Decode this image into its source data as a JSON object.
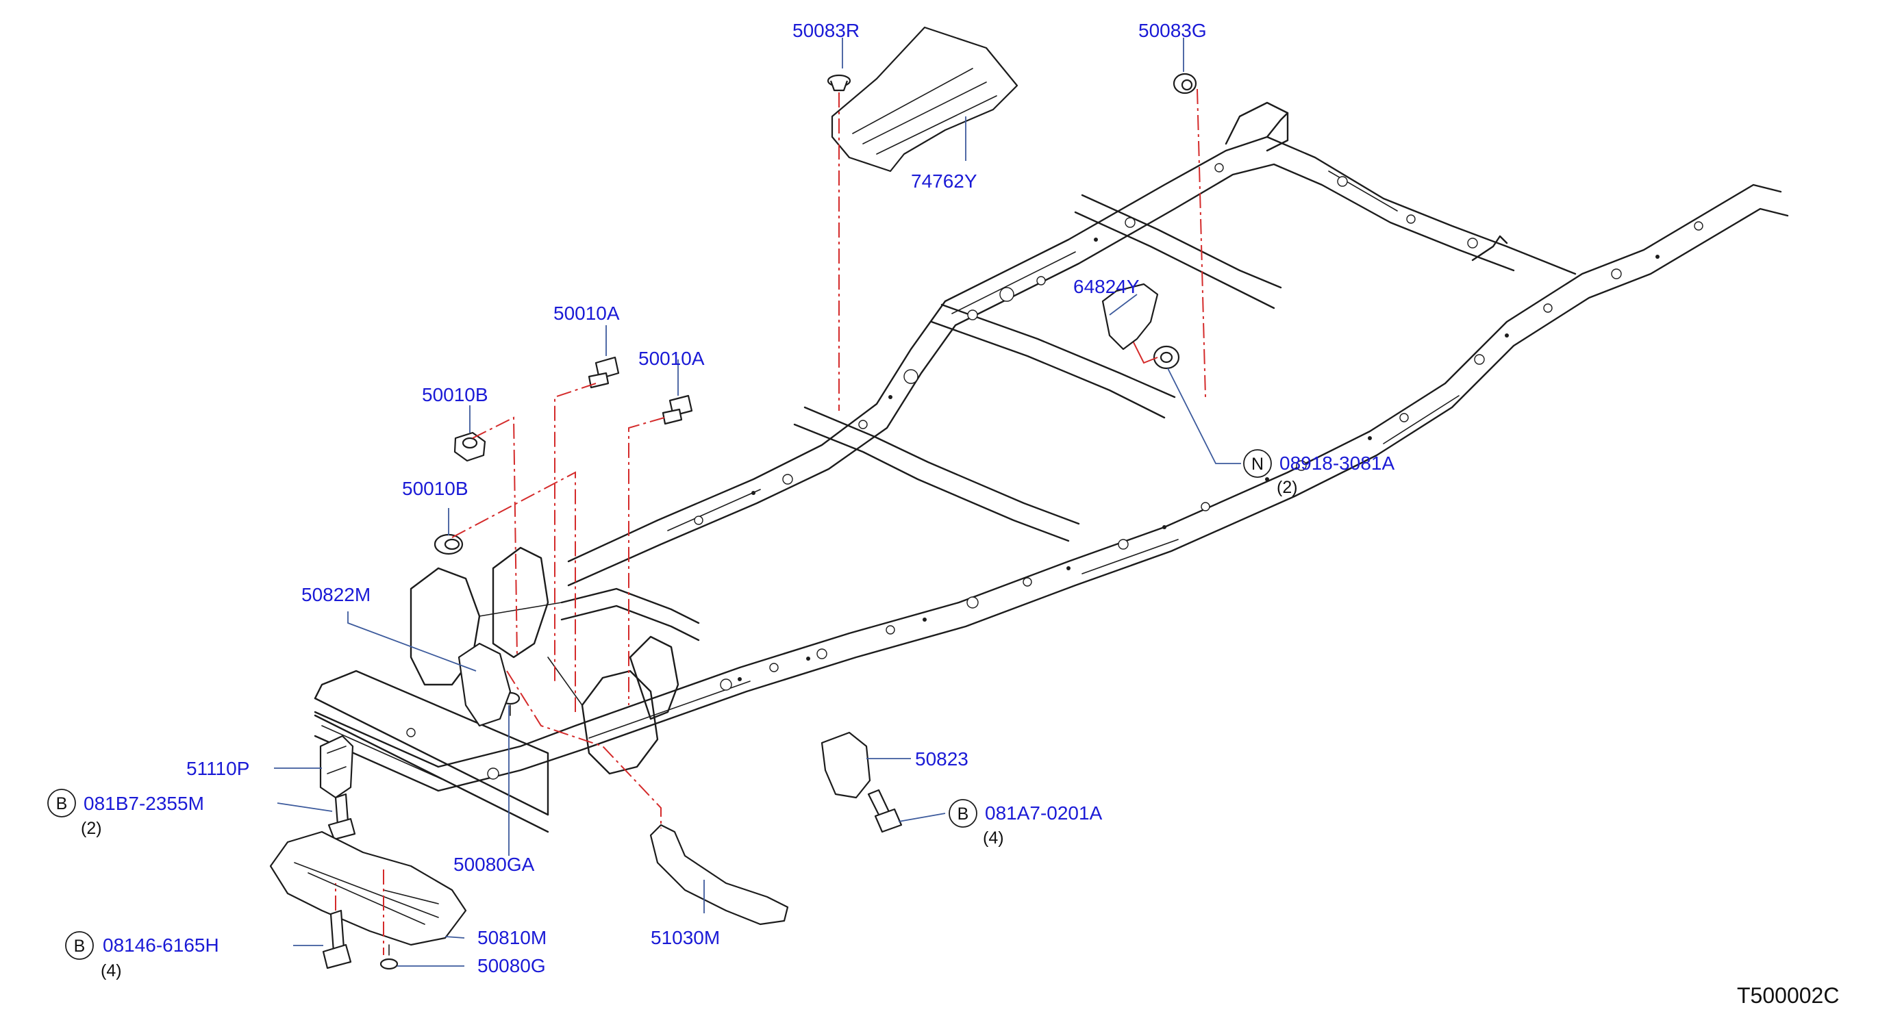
{
  "labels": {
    "p50083R": "50083R",
    "p50083G": "50083G",
    "p74762Y": "74762Y",
    "p64824Y": "64824Y",
    "p50010A_1": "50010A",
    "p50010A_2": "50010A",
    "p50010B_1": "50010B",
    "p50010B_2": "50010B",
    "p50822M": "50822M",
    "p51110P": "51110P",
    "p081B7": "081B7-2355M",
    "p08146": "08146-6165H",
    "p50080GA": "50080GA",
    "p50810M": "50810M",
    "p50080G": "50080G",
    "p51030M": "51030M",
    "p50823": "50823",
    "p081A7": "081A7-0201A",
    "p08918": "08918-3081A"
  },
  "quantities": {
    "q081B7": "(2)",
    "q08146": "(4)",
    "q081A7": "(4)",
    "q08918": "(2)"
  },
  "markers": {
    "b1": "B",
    "b2": "B",
    "b3": "B",
    "n1": "N"
  },
  "diagram_code": "T500002C",
  "colors": {
    "part_number": "#1a1ad6",
    "assembly_line": "#d42a2a",
    "leader_line": "#3c5a9c",
    "drawing": "#1c1c1c"
  }
}
